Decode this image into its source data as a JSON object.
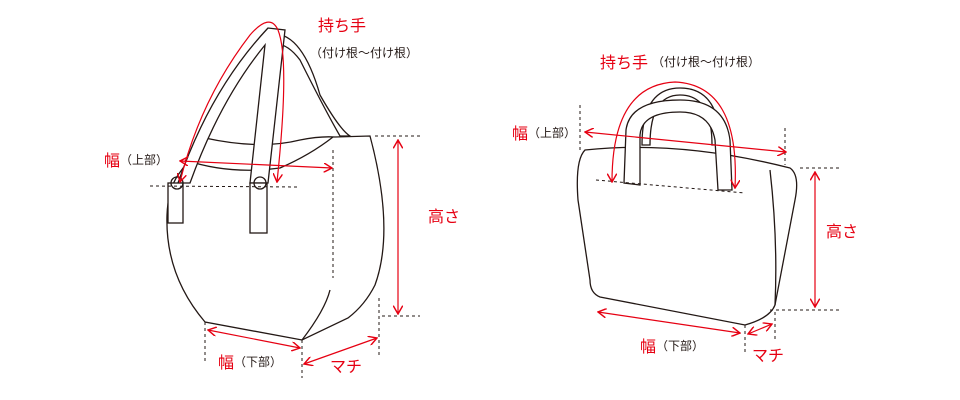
{
  "colors": {
    "accent": "#e60012",
    "line": "#231815"
  },
  "left_bag": {
    "handle_label": "持ち手",
    "handle_sub": "（付け根〜付け根）",
    "top_width_label": "幅",
    "top_width_sub": "（上部）",
    "height_label": "高さ",
    "bottom_width_label": "幅",
    "bottom_width_sub": "（下部）",
    "gusset_label": "マチ"
  },
  "right_bag": {
    "handle_label": "持ち手",
    "handle_sub": "（付け根〜付け根）",
    "top_width_label": "幅",
    "top_width_sub": "（上部）",
    "height_label": "高さ",
    "bottom_width_label": "幅",
    "bottom_width_sub": "（下部）",
    "gusset_label": "マチ"
  }
}
